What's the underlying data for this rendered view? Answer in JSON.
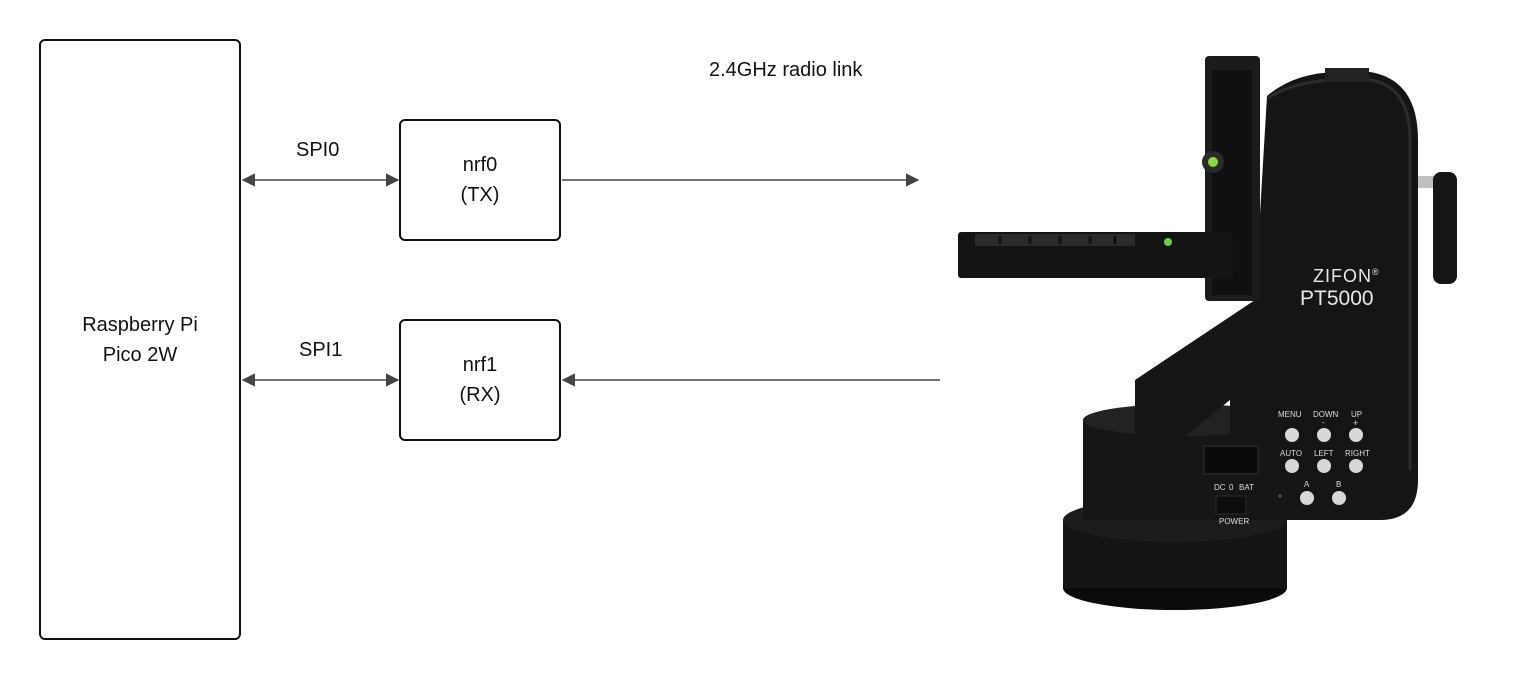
{
  "pico": {
    "line1": "Raspberry Pi",
    "line2": "Pico 2W"
  },
  "nrf0": {
    "name": "nrf0",
    "role": "(TX)"
  },
  "nrf1": {
    "name": "nrf1",
    "role": "(RX)"
  },
  "links": {
    "spi0": "SPI0",
    "spi1": "SPI1",
    "radio": "2.4GHz radio link"
  },
  "device": {
    "brand": "ZIFON",
    "brand_mark": "®",
    "model": "PT5000",
    "buttons": [
      "MENU",
      "DOWN",
      "UP",
      "AUTO",
      "LEFT",
      "RIGHT",
      "A",
      "B"
    ],
    "down_symbol": "-",
    "up_symbol": "+",
    "switch_labels": {
      "dc": "DC",
      "zero": "0",
      "bat": "BAT",
      "power": "POWER"
    }
  },
  "colors": {
    "line": "#444444",
    "device_body": "#151515",
    "device_edge": "#2a2a2a",
    "button": "#d8d8d8"
  }
}
